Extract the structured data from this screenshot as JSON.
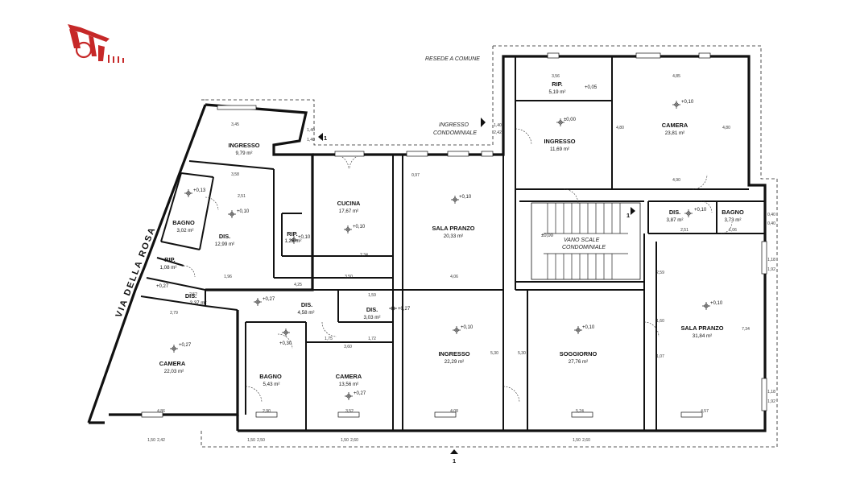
{
  "logo": {
    "label": ""
  },
  "street": {
    "name": "VIA DELLA ROSA"
  },
  "notes": {
    "resede": "RESEDE A COMUNE",
    "ingresso_cond_1": "INGRESSO",
    "ingresso_cond_2": "CONDOMINIALE",
    "vano_1": "VANO SCALE",
    "vano_2": "CONDOMINIALE"
  },
  "section_markers": [
    "1",
    "1",
    "1"
  ],
  "rooms": [
    {
      "name": "INGRESSO",
      "area": "9,79 m²"
    },
    {
      "name": "BAGNO",
      "area": "3,02 m²"
    },
    {
      "name": "DIS.",
      "area": "12,99 m²"
    },
    {
      "name": "RIP.",
      "area": "1,08 m²"
    },
    {
      "name": "DIS.",
      "area": "2,37 m²"
    },
    {
      "name": "CAMERA",
      "area": "22,03 m²"
    },
    {
      "name": "CUCINA",
      "area": "17,67 m²"
    },
    {
      "name": "RIP.",
      "area": "1,28 m²"
    },
    {
      "name": "DIS.",
      "area": "4,58 m²"
    },
    {
      "name": "DIS.",
      "area": "3,03 m²"
    },
    {
      "name": "BAGNO",
      "area": "5,43 m²"
    },
    {
      "name": "CAMERA",
      "area": "13,56 m²"
    },
    {
      "name": "SALA PRANZO",
      "area": "20,33 m²"
    },
    {
      "name": "INGRESSO",
      "area": "22,29 m²"
    },
    {
      "name": "RIP.",
      "area": "5,19 m²"
    },
    {
      "name": "INGRESSO",
      "area": "11,69 m²"
    },
    {
      "name": "CAMERA",
      "area": "23,81 m²"
    },
    {
      "name": "DIS.",
      "area": "3,87 m²"
    },
    {
      "name": "BAGNO",
      "area": "3,73 m²"
    },
    {
      "name": "SOGGIORNO",
      "area": "27,76 m²"
    },
    {
      "name": "SALA PRANZO",
      "area": "31,84 m²"
    }
  ],
  "levels": [
    "+0,13",
    "+0,10",
    "+0,27",
    "+0,27",
    "+0,10",
    "+0,27",
    "+0,27",
    "+0,30",
    "+0,27",
    "+0,10",
    "+0,10",
    "+0,05",
    "±0,00",
    "+0,10",
    "+0,10",
    "+0,10",
    "±0,00",
    "+0,10",
    "+0,10"
  ],
  "dimensions": [
    "3,45",
    "3,58",
    "2,51",
    "2,52",
    "1,96",
    "2,79",
    "4,86",
    "3,50",
    "4,25",
    "2,34",
    "1,59",
    "1,75",
    "3,60",
    "1,72",
    "2,90",
    "3,52",
    "4,06",
    "4,08",
    "5,24",
    "4,57",
    "4,90",
    "4,85",
    "3,56",
    "2,51",
    "1,06",
    "1,50",
    "2,42",
    "1,50",
    "2,50",
    "1,50",
    "2,60",
    "1,50",
    "2,60",
    "1,18",
    "1,92",
    "1,18",
    "1,92",
    "0,40",
    "0,40",
    "1,40",
    "2,42",
    "0,97",
    "1,40",
    "1,40",
    "4,80",
    "4,80",
    "5,30",
    "5,30",
    "7,34",
    "2,59",
    "1,07",
    "1,60"
  ]
}
